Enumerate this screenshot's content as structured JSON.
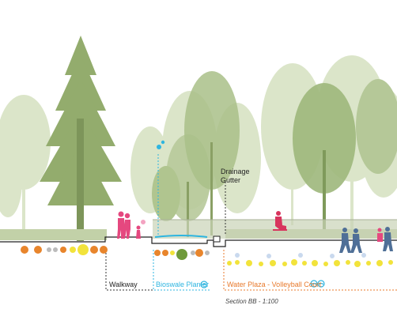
{
  "labels": {
    "drainage_gutter": "Drainage\nGutter",
    "walkway": "Walkway",
    "bioswale": "Bioswale Planter",
    "water_plaza": "Water Plaza - Volleyball Court",
    "section_title": "Section BB - 1:100"
  },
  "colors": {
    "tree_green": "#95ad6e",
    "tree_back": "#d3dfbe",
    "people_pink": "#e5487f",
    "people_blue": "#4f6f97",
    "water_cyan": "#2eb5e0",
    "label_orange": "#e8792b",
    "soil_orange": "#e8852c",
    "yellow_dot": "#f2e33b",
    "bench_red": "#d8345d"
  },
  "icons": [
    "water-drop-icon",
    "wave-icon"
  ]
}
